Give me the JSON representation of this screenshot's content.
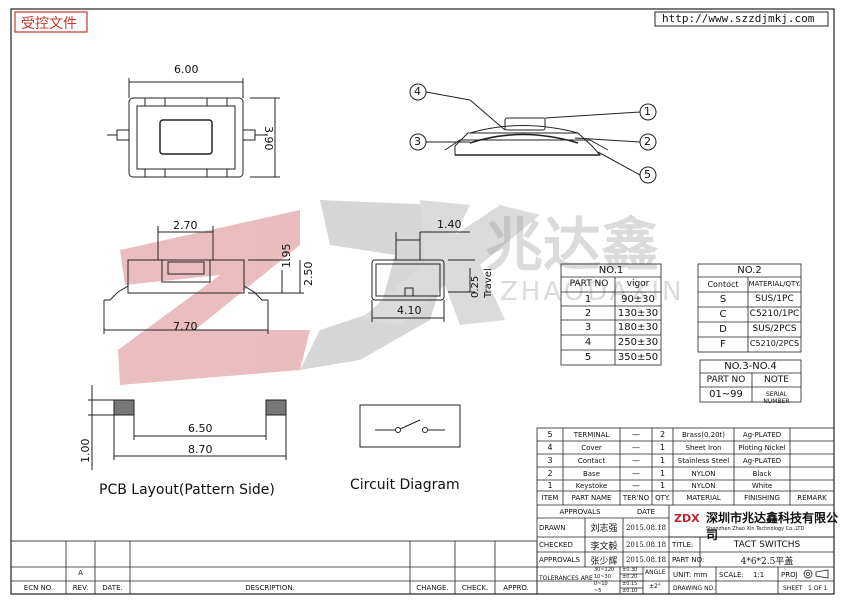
{
  "header": {
    "stamp": "受控文件",
    "url": "http://www.szzdjmkj.com"
  },
  "watermark": {
    "logo": "ZDX",
    "chinese": "兆达鑫",
    "pinyin": "ZHAODAXIN"
  },
  "dims": {
    "top_width": "6.00",
    "top_height": "3.90",
    "side_2_70": "2.70",
    "side_1_95": "1.95",
    "side_2_50": "2.50",
    "side_7_70": "7.70",
    "front_1_40": "1.40",
    "front_4_10": "4.10",
    "front_0_25": "0.25",
    "front_travel": "Travel",
    "pcb_1_00": "1.00",
    "pcb_6_50": "6.50",
    "pcb_8_70": "8.70"
  },
  "callouts": [
    "1",
    "2",
    "3",
    "4",
    "5"
  ],
  "captions": {
    "pcb": "PCB Layout(Pattern Side)",
    "circuit": "Circuit  Diagram"
  },
  "no1": {
    "title": "NO.1",
    "headers": [
      "PART  NO",
      "vigor"
    ],
    "rows": [
      [
        "1",
        "90±30"
      ],
      [
        "2",
        "130±30"
      ],
      [
        "3",
        "180±30"
      ],
      [
        "4",
        "250±30"
      ],
      [
        "5",
        "350±50"
      ]
    ]
  },
  "no2": {
    "title": "NO.2",
    "headers": [
      "Contoct",
      "MATERIAL/QTY."
    ],
    "rows": [
      [
        "S",
        "SUS/1PC"
      ],
      [
        "C",
        "C5210/1PC"
      ],
      [
        "D",
        "SUS/2PCS"
      ],
      [
        "F",
        "C5210/2PCS"
      ]
    ]
  },
  "no34": {
    "title": "NO.3-NO.4",
    "headers": [
      "PART  NO",
      "NOTE"
    ],
    "row": [
      "01~99",
      "SERIAL NUMBER"
    ]
  },
  "bom": {
    "rows": [
      [
        "5",
        "TERMINAL",
        "—",
        "2",
        "Brass(0.20t)",
        "Ag-PLATED"
      ],
      [
        "4",
        "Cover",
        "—",
        "1",
        "Sheet Iron",
        "Ploting Nickel"
      ],
      [
        "3",
        "Contact",
        "—",
        "1",
        "Stainless Steel",
        "Ag-PLATED"
      ],
      [
        "2",
        "Base",
        "—",
        "1",
        "NYLON",
        "Black"
      ],
      [
        "1",
        "Keystoke",
        "—",
        "1",
        "NYLON",
        "White"
      ]
    ],
    "headers": [
      "ITEM",
      "PART NAME",
      "TER'NO",
      "QTY.",
      "MATERIAL",
      "FINISHING",
      "REMARK"
    ]
  },
  "titleblock": {
    "approvals": "APPROVALS",
    "date": "DATE",
    "drawn": "DRAWN",
    "drawn_name": "刘志强",
    "drawn_date": "2015.08.18",
    "checked": "CHECKED",
    "checked_name": "李文毅",
    "checked_date": "2015.08.18",
    "approval_label": "APPROVALS",
    "approval_name": "张少辉",
    "approval_date": "2015.08.18",
    "company_cn": "深圳市兆达鑫科技有限公司",
    "company_en": "Shenzhen Zhao Xin Technology Co.,LTD",
    "title_label": "TITLE:",
    "title_value": "TACT SWITCHS",
    "part_label": "PART NO:",
    "part_value": "4*6*2.5平盖",
    "tol_label": "TOLERANCES ARE",
    "tol_rows": [
      [
        "30~120",
        "±0.30"
      ],
      [
        "10~30",
        "±0.20"
      ],
      [
        "0~10",
        "±0.15"
      ],
      [
        "~5",
        "±0.10"
      ]
    ],
    "angle_label": "ANGLE",
    "angle_value": "±2°",
    "unit_label": "UNIT: mm",
    "scale_label": "SCALE:",
    "scale_value": "1:1",
    "proj_label": "PROJ",
    "dwg_label": "DRAWING NO.:",
    "sheet_label": "SHEET",
    "sheet_of": "1  OF  1"
  },
  "revblock": {
    "rev_val": "A",
    "headers": [
      "ECN NO.",
      "REV.",
      "DATE.",
      "DESCRIPTION.",
      "CHANGE.",
      "CHECK.",
      "APPRO."
    ]
  }
}
